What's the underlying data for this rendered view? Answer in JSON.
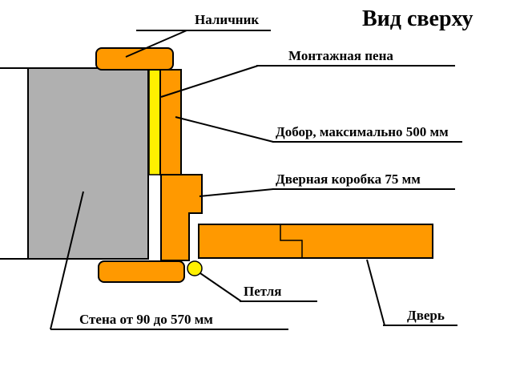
{
  "diagram": {
    "title": "Вид сверху",
    "labels": {
      "casing": "Наличник",
      "foam": "Монтажная пена",
      "extension": "Добор, максимально 500 мм",
      "frame": "Дверная коробка 75 мм",
      "hinge": "Петля",
      "wall": "Стена от 90 до 570 мм",
      "door": "Дверь"
    },
    "colors": {
      "wood": "#FF9900",
      "foam": "#FFF000",
      "wall": "#B0B0B0",
      "line": "#000000",
      "background": "#FFFFFF"
    }
  }
}
